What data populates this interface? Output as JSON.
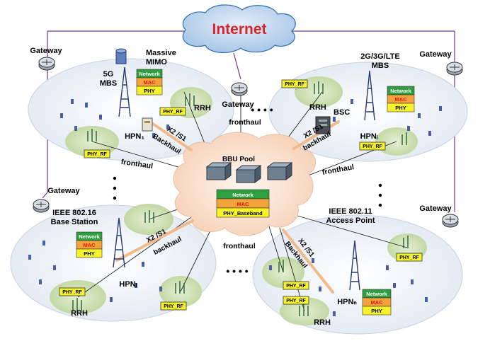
{
  "internet": {
    "label": "Internet"
  },
  "bbu": {
    "title": "BBU Pool",
    "stack": [
      "Network",
      "MAC",
      "PHY_Baseband"
    ]
  },
  "cells": {
    "mbs5g": {
      "title_1": "Massive",
      "title_2": "MIMO",
      "mbs_1": "5G",
      "mbs_2": "MBS",
      "hpn": "HPN₁",
      "stack": [
        "Network",
        "MAC",
        "PHY"
      ],
      "rf": "PHY_RF",
      "rrh": "RRH"
    },
    "lte": {
      "title_1": "2G/3G/LTE",
      "title_2": "MBS",
      "bsc": "BSC",
      "hpn": "HPNᵢ",
      "stack": [
        "Network",
        "MAC",
        "PHY"
      ],
      "rf_top": "PHY_RF",
      "rf_bottom": "PHY_RF",
      "rrh": "RRH"
    },
    "wimax": {
      "title_1": "IEEE 802.16",
      "title_2": "Base Station",
      "hpn": "HPNⱼ",
      "stack": [
        "Network",
        "MAC",
        "PHY"
      ],
      "rf_left": "PHY_RF",
      "rf_right": "PHY_RF",
      "rrh": "RRH"
    },
    "wifi": {
      "title_1": "IEEE 802.11",
      "title_2": "Access Point",
      "hpn": "HPNₙ",
      "stack": [
        "Network",
        "MAC",
        "PHY"
      ],
      "rf_left": "PHY_RF",
      "rf_bottom": "PHY_RF",
      "rf_right": "PHY_RF",
      "rrh": "RRH"
    }
  },
  "gateways": [
    "Gateway",
    "Gateway",
    "Gateway",
    "Gateway",
    "Gateway"
  ],
  "links": {
    "fronthaul": "fronthaul",
    "x2s1": "X2 /S1",
    "backhaul": "Backhaul",
    "backhaul_lower": "backhaul",
    "ellipsis": "• • • •"
  },
  "colors": {
    "cloud": "#c9dcf0",
    "internet_text": "#d8242a",
    "cell": "#e8eef6",
    "rrh_zone": "#c9dcae",
    "backhaul_arrow": "#f2b98a",
    "gateway_link": "#6b3a95"
  }
}
